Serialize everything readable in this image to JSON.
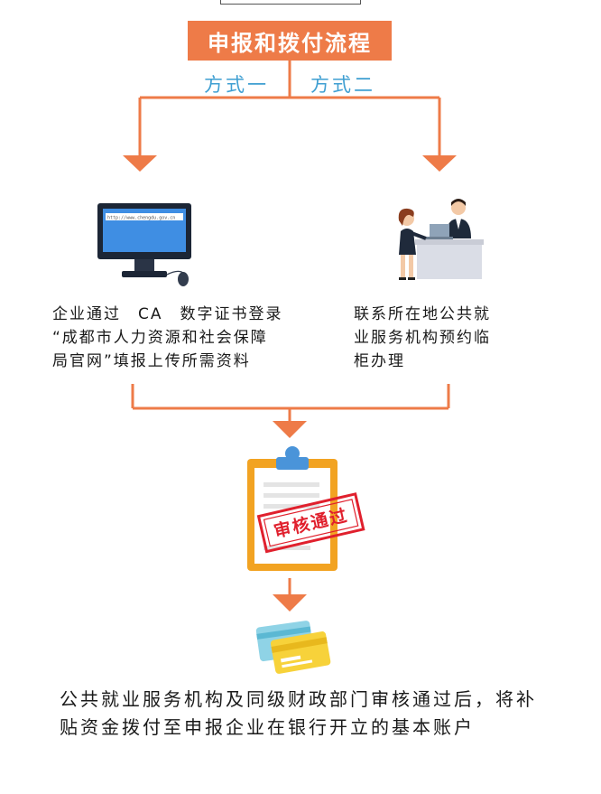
{
  "top_box": "",
  "title": "申报和拨付流程",
  "methods": [
    {
      "label": "方式一"
    },
    {
      "label": "方式二"
    }
  ],
  "left_desc": {
    "lines": [
      "企业通过　CA　数字证书登录",
      "“成都市人力资源和社会保障",
      "局官网”填报上传所需资料"
    ]
  },
  "right_desc": {
    "lines": [
      "联系所在地公共就",
      "业服务机构预约临",
      "柜办理"
    ]
  },
  "monitor_url": "http://www.chengdu.gov.cn",
  "stamp_text": "审核通过",
  "bottom_desc": "公共就业服务机构及同级财政部门审核通过后，将补贴资金拨付至申报企业在银行开立的基本账户",
  "colors": {
    "accent": "#ee7b48",
    "method_text": "#3f9fd2",
    "stamp": "#e0202d",
    "clipboard": "#f2a322"
  },
  "icons": [
    "computer-monitor-icon",
    "service-counter-icon",
    "clipboard-approved-icon",
    "bank-cards-icon"
  ]
}
